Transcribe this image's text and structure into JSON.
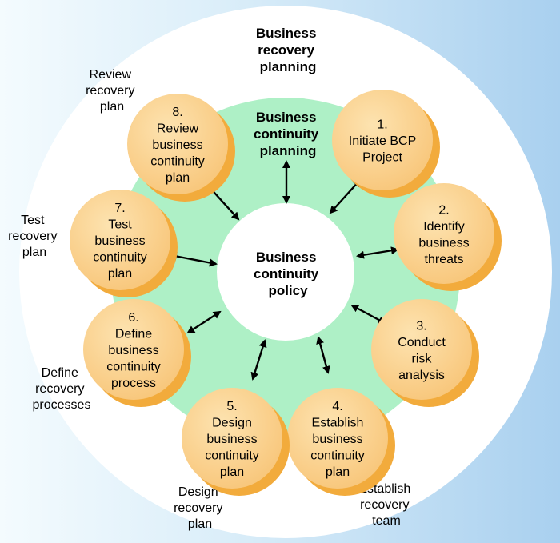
{
  "outer_ring": {
    "title": [
      "Business",
      "recovery",
      "planning"
    ],
    "labels": [
      {
        "id": "review",
        "lines": [
          "Review",
          "recovery",
          "plan"
        ]
      },
      {
        "id": "test",
        "lines": [
          "Test",
          "recovery",
          "plan"
        ]
      },
      {
        "id": "define",
        "lines": [
          "Define",
          "recovery",
          "processes"
        ]
      },
      {
        "id": "design",
        "lines": [
          "Design",
          "recovery",
          "plan"
        ]
      },
      {
        "id": "establish",
        "lines": [
          "Establish",
          "recovery",
          "team"
        ]
      }
    ]
  },
  "inner_ring": {
    "title": [
      "Business",
      "continuity",
      "planning"
    ]
  },
  "center": {
    "title": [
      "Business",
      "continuity",
      "policy"
    ]
  },
  "steps": [
    {
      "num": "1.",
      "lines": [
        "Initiate BCP",
        "Project"
      ]
    },
    {
      "num": "2.",
      "lines": [
        "Identify",
        "business",
        "threats"
      ]
    },
    {
      "num": "3.",
      "lines": [
        "Conduct",
        "risk",
        "analysis"
      ]
    },
    {
      "num": "4.",
      "lines": [
        "Establish",
        "business",
        "continuity",
        "plan"
      ]
    },
    {
      "num": "5.",
      "lines": [
        "Design",
        "business",
        "continuity",
        "plan"
      ]
    },
    {
      "num": "6.",
      "lines": [
        "Define",
        "business",
        "continuity",
        "process"
      ]
    },
    {
      "num": "7.",
      "lines": [
        "Test",
        "business",
        "continuity",
        "plan"
      ]
    },
    {
      "num": "8.",
      "lines": [
        "Review",
        "business",
        "continuity",
        "plan"
      ]
    }
  ],
  "colors": {
    "outer_ring": "#ffffff",
    "inner_ring": "#aef0c6",
    "center": "#ffffff",
    "node_fill": "#fcd28c",
    "node_shadow": "#f2ab3c",
    "arrow": "#000000"
  }
}
